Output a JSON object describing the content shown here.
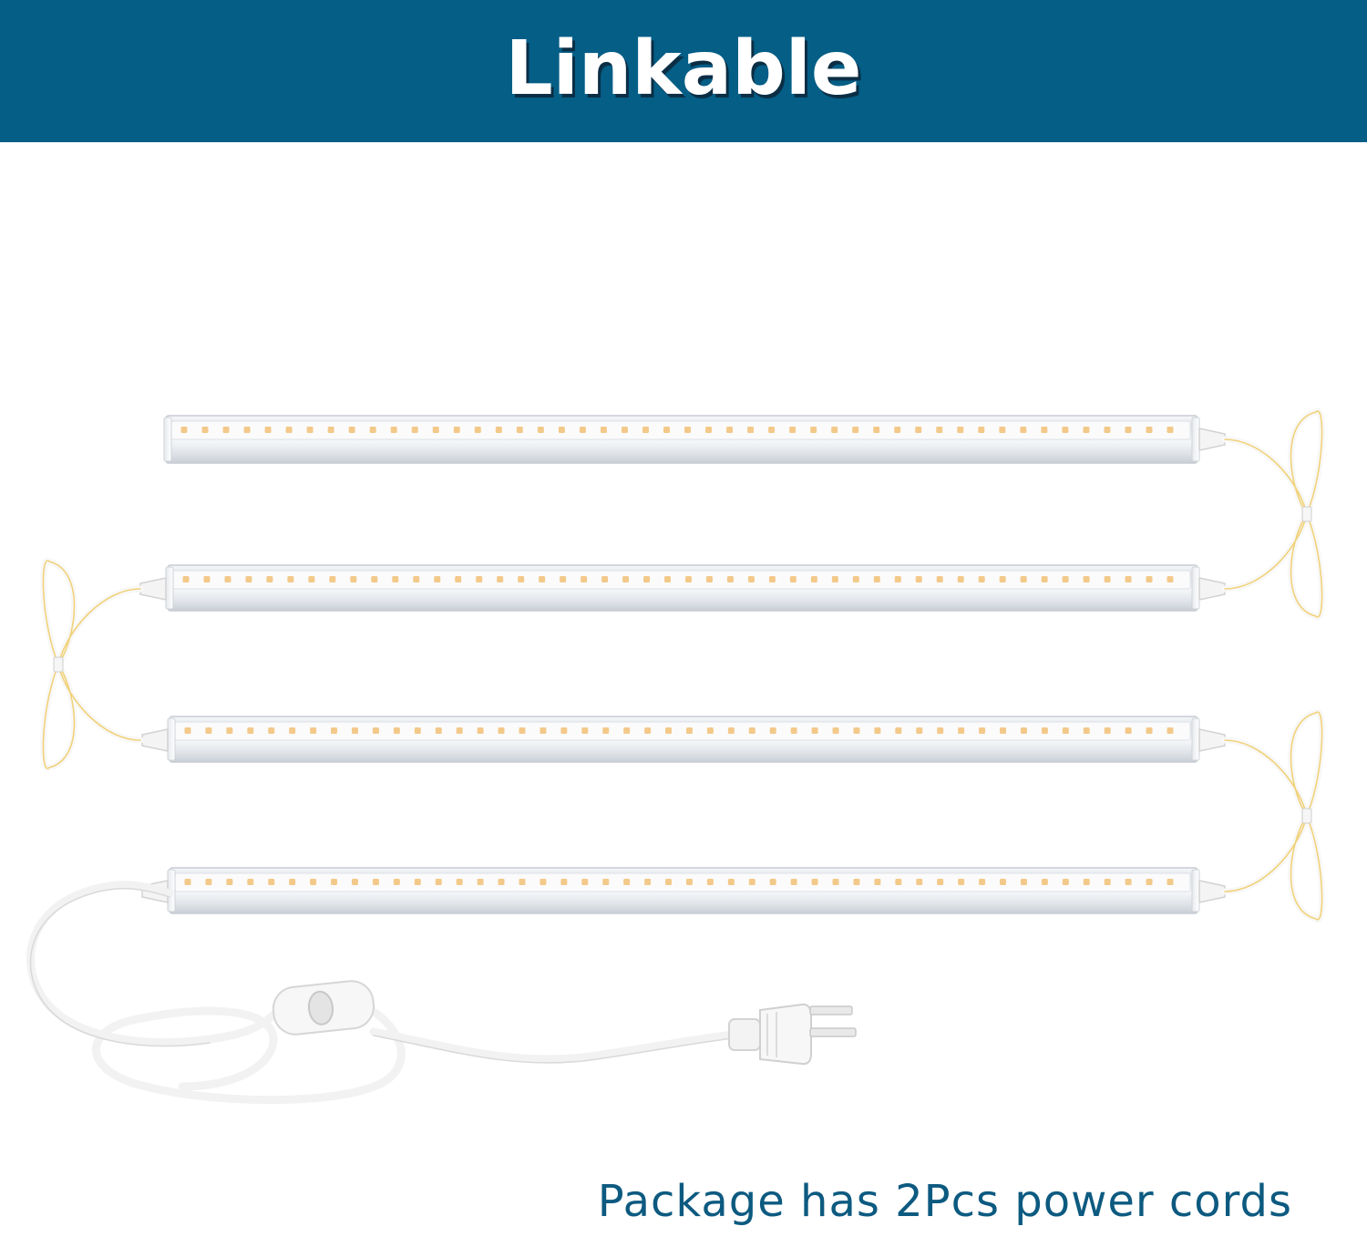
{
  "banner": {
    "title": "Linkable",
    "background_color": "#045e86",
    "text_color": "#ffffff"
  },
  "caption": {
    "text": "Package has 2Pcs power cords",
    "color": "#0d5a80"
  },
  "scene": {
    "light_bar_count": 4,
    "leds_per_bar": 48,
    "led_color": "#f3c98a",
    "bar_color": "#eef1f4",
    "cable_color": "#f8f8f8",
    "cable_stripe_color": "#f1d27a",
    "power_switch": "rocker-switch",
    "power_plug": "us-2-prong-plug"
  }
}
